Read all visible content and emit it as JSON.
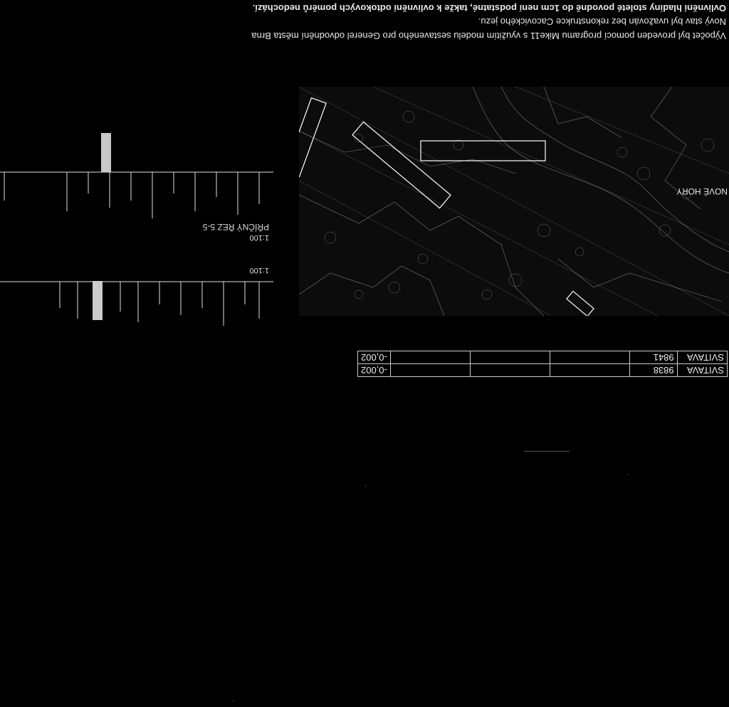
{
  "document": {
    "orientation_note": "upside down scan",
    "paragraph_lines": [
      "Výpočet byl proveden pomocí programu Mike11 s využitím modelu sestaveného pro Generel odvodnění města Brna",
      "Nový stav byl uvažován bez rekonstrukce Cacovického jezu.",
      "Ovlivnění hladiny stoleté povodně do 1cm není podstatné, takže k ovlivnění odtokových poměrů nedochází."
    ]
  },
  "results_table": {
    "rows": [
      {
        "river": "SVITAVA",
        "value": "9841",
        "c3": "",
        "c4": "",
        "diff": "-0,002"
      },
      {
        "river": "SVITAVA",
        "value": "9838",
        "c3": "",
        "c4": "",
        "diff": "-0,002"
      }
    ]
  },
  "map": {
    "place_label": "NOVÉ HORY"
  },
  "sections": {
    "section_title": "PŘÍČNÝ ŘEZ 5-5",
    "scale_1": "1:100",
    "scale_2": "1:100"
  }
}
